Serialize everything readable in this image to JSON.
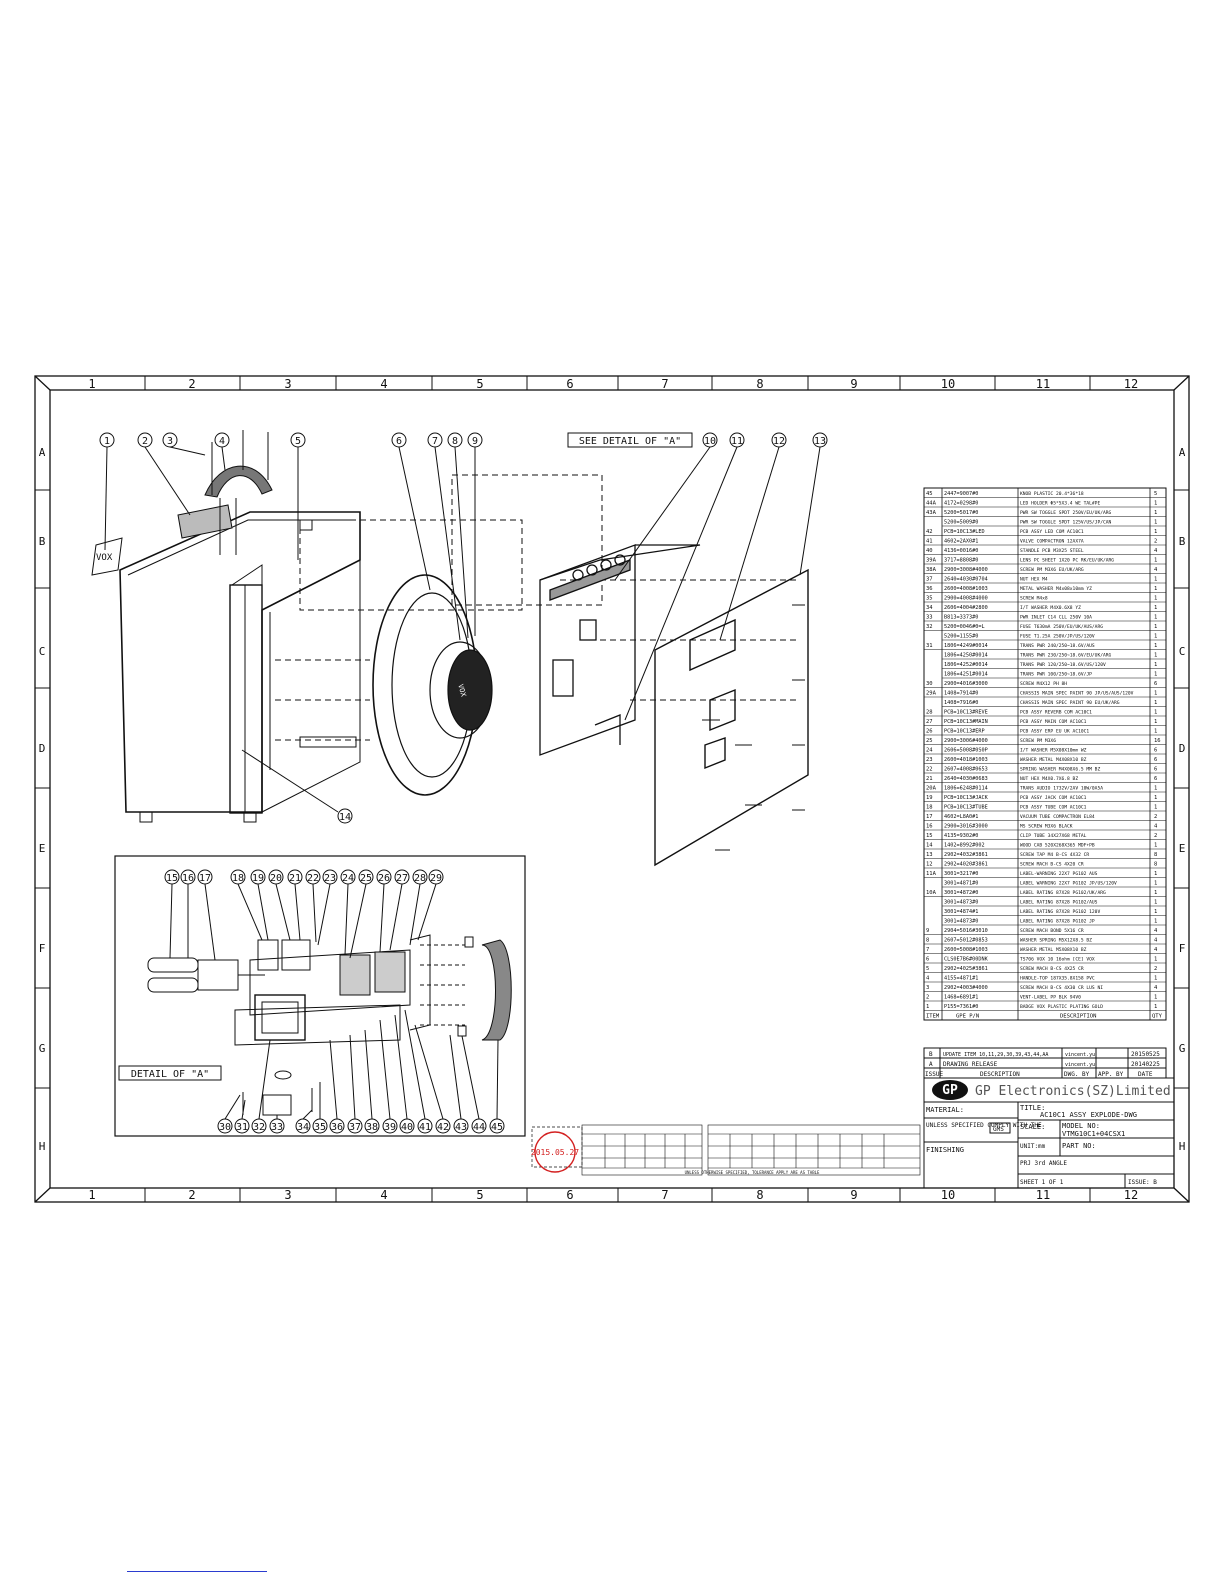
{
  "frame": {
    "columns": [
      "1",
      "2",
      "3",
      "4",
      "5",
      "6",
      "7",
      "8",
      "9",
      "10",
      "11",
      "12"
    ],
    "rows": [
      "A",
      "B",
      "C",
      "D",
      "E",
      "F",
      "G",
      "H"
    ]
  },
  "callouts_top": [
    "1",
    "2",
    "3",
    "4",
    "5",
    "6",
    "7",
    "8",
    "9",
    "10",
    "11",
    "12",
    "13"
  ],
  "callout_14": "14",
  "see_detail": "SEE DETAIL OF \"A\"",
  "detail": {
    "label": "DETAIL OF \"A\"",
    "callouts_top": [
      "15",
      "16",
      "17",
      "18",
      "19",
      "20",
      "21",
      "22",
      "23",
      "24",
      "25",
      "26",
      "27",
      "28",
      "29"
    ],
    "callouts_bottom": [
      "30",
      "31",
      "32",
      "33",
      "34",
      "35",
      "36",
      "37",
      "38",
      "39",
      "40",
      "41",
      "42",
      "43",
      "44",
      "45"
    ]
  },
  "speaker_badge": "VOX",
  "bom": {
    "rows": [
      {
        "item": "45",
        "pn": "2447=9007#0",
        "desc": "KNOB PLASTIC 20.4*36*18",
        "qty": "5"
      },
      {
        "item": "44A",
        "pn": "4172=0298#0",
        "desc": "LED HOLDER Φ5*5X3.4 WE TAL#PE",
        "qty": "1"
      },
      {
        "item": "43A",
        "pn": "5200=5017#0",
        "desc": "PWR SW TOGGLE SPDT 250V/EU/UK/ARG",
        "qty": "1"
      },
      {
        "item": "",
        "pn": "5200=5009#0",
        "desc": "PWR SW TOGGLE SPDT 125V/US/JP/CAN",
        "qty": "1"
      },
      {
        "item": "42",
        "pn": "PCB=10C13#LED",
        "desc": "PCB ASSY LED COM AC10C1",
        "qty": "1"
      },
      {
        "item": "41",
        "pn": "4602=2AX0#1",
        "desc": "VALVE COMPACTRON 12AX7A",
        "qty": "2"
      },
      {
        "item": "40",
        "pn": "4136=0016#0",
        "desc": "STANDLE PCB M3X25 STEEL",
        "qty": "4"
      },
      {
        "item": "39A",
        "pn": "3717=8808#0",
        "desc": "LENS PC SHEET 1X20 PC RK/EU/UK/ARG",
        "qty": "1"
      },
      {
        "item": "38A",
        "pn": "2900=3008#4000",
        "desc": "SCREW PM M3X6 EU/UK/ARG",
        "qty": "4"
      },
      {
        "item": "37",
        "pn": "2640=4030#0704",
        "desc": "NUT HEX M4",
        "qty": "1"
      },
      {
        "item": "36",
        "pn": "2600=4008#1003",
        "desc": "METAL WASHER M4x08x10mm YZ",
        "qty": "1"
      },
      {
        "item": "35",
        "pn": "2900=4008#4000",
        "desc": "SCREW M4x8",
        "qty": "1"
      },
      {
        "item": "34",
        "pn": "2606=4004#2800",
        "desc": "I/T WASHER M4X0.6X8 YZ",
        "qty": "1"
      },
      {
        "item": "33",
        "pn": "B813=3373#0",
        "desc": "PWR INLET C14 CLL 250V 10A",
        "qty": "1"
      },
      {
        "item": "32",
        "pn": "5200=0046#0=L",
        "desc": "FUSE T630mA 250V/EU/UK/AUS/ARG",
        "qty": "1"
      },
      {
        "item": "",
        "pn": "5200=1155#0",
        "desc": "FUSE T1.25A 250V/JP/US/120V",
        "qty": "1"
      },
      {
        "item": "31",
        "pn": "1806=4249#0014",
        "desc": "TRANS PWR 240/250~18.6V/AUS",
        "qty": "1"
      },
      {
        "item": "",
        "pn": "1806=4250#0014",
        "desc": "TRANS PWR 230/250~18.6V/EU/UK/ARG",
        "qty": "1"
      },
      {
        "item": "",
        "pn": "1806=4252#0014",
        "desc": "TRANS PWR 120/250~18.6V/US/120V",
        "qty": "1"
      },
      {
        "item": "",
        "pn": "1806=4251#0014",
        "desc": "TRANS PWR 100/250~18.6V/JP",
        "qty": "1"
      },
      {
        "item": "30",
        "pn": "2900=4016#3000",
        "desc": "SCREW M4X12 PH 8H",
        "qty": "6"
      },
      {
        "item": "29A",
        "pn": "1408=7914#0",
        "desc": "CHASSIS MAIN SPEC PAINT 90 JP/US/AUS/120V",
        "qty": "1"
      },
      {
        "item": "",
        "pn": "1408=7916#0",
        "desc": "CHASSIS MAIN SPEC PAINT 90 EU/UK/ARG",
        "qty": "1"
      },
      {
        "item": "28",
        "pn": "PCB=10C13#REVE",
        "desc": "PCB ASSY REVERB COM AC10C1",
        "qty": "1"
      },
      {
        "item": "27",
        "pn": "PCB=10C13#MAIN",
        "desc": "PCB ASSY MAIN COM AC10C1",
        "qty": "1"
      },
      {
        "item": "26",
        "pn": "PCB=10C13#ERP",
        "desc": "PCB ASSY ERP EU UK AC10C1",
        "qty": "1"
      },
      {
        "item": "25",
        "pn": "2900=3006#4000",
        "desc": "SCREW PM M3X6",
        "qty": "16"
      },
      {
        "item": "24",
        "pn": "2606=5008#0S0P",
        "desc": "I/T WASHER M5X08X10mm WZ",
        "qty": "6"
      },
      {
        "item": "23",
        "pn": "2600=4018#1003",
        "desc": "WASHER METAL M4X08X10 BZ",
        "qty": "6"
      },
      {
        "item": "22",
        "pn": "2607=4008#0653",
        "desc": "SPRING WASHER M4X08X6.5 MM BZ",
        "qty": "6"
      },
      {
        "item": "21",
        "pn": "2640=4030#0683",
        "desc": "NUT HEX M4X0.7X6.8 BZ",
        "qty": "6"
      },
      {
        "item": "20A",
        "pn": "1806=6248#0114",
        "desc": "TRANS AUDIO 1732V/2AV 10W/0A5A",
        "qty": "1"
      },
      {
        "item": "19",
        "pn": "PCB=10C13#JACK",
        "desc": "PCB ASSY JACK COM AC10C1",
        "qty": "1"
      },
      {
        "item": "18",
        "pn": "PCB=10C13#TUBE",
        "desc": "PCB ASSY TUBE COM AC10C1",
        "qty": "1"
      },
      {
        "item": "17",
        "pn": "4602=L8A0#1",
        "desc": "VACUUM TUBE COMPACTRON EL84",
        "qty": "2"
      },
      {
        "item": "16",
        "pn": "2900=3016#3000",
        "desc": "MS SCREW M3X6 BLACK",
        "qty": "4"
      },
      {
        "item": "15",
        "pn": "4135=9302#0",
        "desc": "CLIP TUBE 34X27X68 METAL",
        "qty": "2"
      },
      {
        "item": "14",
        "pn": "1402=8992#002",
        "desc": "WOOD CAB 520X268X365 MDF+PB",
        "qty": "1"
      },
      {
        "item": "13",
        "pn": "2902=4032#3861",
        "desc": "SCREW TAP M4 B-CS 4X32 CR",
        "qty": "8"
      },
      {
        "item": "12",
        "pn": "2902=4020#3861",
        "desc": "SCREW MACH B-CS 4X20 CR",
        "qty": "8"
      },
      {
        "item": "11A",
        "pn": "3001=3217#0",
        "desc": "LABEL-WARNING 22X7 PG102 AUS",
        "qty": "1"
      },
      {
        "item": "",
        "pn": "3001=4871#0",
        "desc": "LABEL WARNING 22X7 PG102 JP/US/120V",
        "qty": "1"
      },
      {
        "item": "10A",
        "pn": "3001=4872#0",
        "desc": "LABEL RATING 87X28 PG102/UK/ARG",
        "qty": "1"
      },
      {
        "item": "",
        "pn": "3001=4873#0",
        "desc": "LABEL RATING 87X28 PG102/AUS",
        "qty": "1"
      },
      {
        "item": "",
        "pn": "3001=4874#1",
        "desc": "LABEL RATING 87X28 PG102 120V",
        "qty": "1"
      },
      {
        "item": "",
        "pn": "3001=4873#0",
        "desc": "LABEL RATING 87X28 PG102 JP",
        "qty": "1"
      },
      {
        "item": "9",
        "pn": "2904=5016#3010",
        "desc": "SCREW MACH BOND 5X16 CR",
        "qty": "4"
      },
      {
        "item": "8",
        "pn": "2607=5012#0853",
        "desc": "WASHER SPRING M5X12X8.5 BZ",
        "qty": "4"
      },
      {
        "item": "7",
        "pn": "2600=5008#1003",
        "desc": "WASHER METAL M5X08X10 BZ",
        "qty": "4"
      },
      {
        "item": "6",
        "pn": "CLS0E7B6#00DNK",
        "desc": "TS706 VOX 10 16ohm [CE] VOX",
        "qty": "1"
      },
      {
        "item": "5",
        "pn": "2902=4025#3861",
        "desc": "SCREW MACH B-CS 4X25 CR",
        "qty": "2"
      },
      {
        "item": "4",
        "pn": "4155=4871#1",
        "desc": "HANDLE-TOP 187X35.8X158 PVC",
        "qty": "1"
      },
      {
        "item": "3",
        "pn": "2902=4003#4000",
        "desc": "SCREW MACH B-CS 4X30 CR LUS NI",
        "qty": "4"
      },
      {
        "item": "2",
        "pn": "1468=6891#1",
        "desc": "VENT-LABEL PP BLK 94V0",
        "qty": "1"
      },
      {
        "item": "1",
        "pn": "P155=7361#0",
        "desc": "BADGE VOX PLASTIC PLATING GOLD",
        "qty": "1"
      }
    ],
    "header": {
      "item": "ITEM",
      "pn": "GPE P/N",
      "desc": "DESCRIPTION",
      "qty": "QTY"
    }
  },
  "revisions": [
    {
      "issue": "B",
      "desc": "UPDATE ITEM 10,11,29,30,39,43,44,AA",
      "by": "vincent.yu",
      "date": "20150525"
    },
    {
      "issue": "A",
      "desc": "DRAWING RELEASE",
      "by": "vincent.yu",
      "date": "20140225"
    }
  ],
  "revision_header": {
    "issue": "ISSUE",
    "desc": "DESCRIPTION",
    "by": "DWG. BY",
    "app": "APP. BY",
    "date": "DATE"
  },
  "titleblock": {
    "logo": "GP",
    "company": "GP Electronics(SZ)Limited",
    "material_label": "MATERIAL:",
    "title_label": "TITLE:",
    "title_value": "AC10C1 ASSY EXPLODE-DWG",
    "unless_label": "UNLESS SPECIFIED COMPLY WITH THE",
    "unless_value": "GMS",
    "scale_label": "SCALE:",
    "model_label": "MODEL NO:",
    "model_value": "VTMG10C1+04CSX1",
    "unit_label": "UNIT:mm",
    "finishing_label": "FINISHING",
    "part_label": "PART NO:",
    "proj_label": "PRJ 3rd ANGLE",
    "sheet_label": "SHEET 1 OF 1",
    "issue_label": "ISSUE: B"
  },
  "stamp": "2015.05.27",
  "tolerance_note": "UNLESS OTHERWISE SPECIFIED, TOLERANCE APPLY ARE AS TABLE",
  "colors": {
    "line": "#111111",
    "stamp": "#d32020",
    "link": "#2b3ccf"
  }
}
